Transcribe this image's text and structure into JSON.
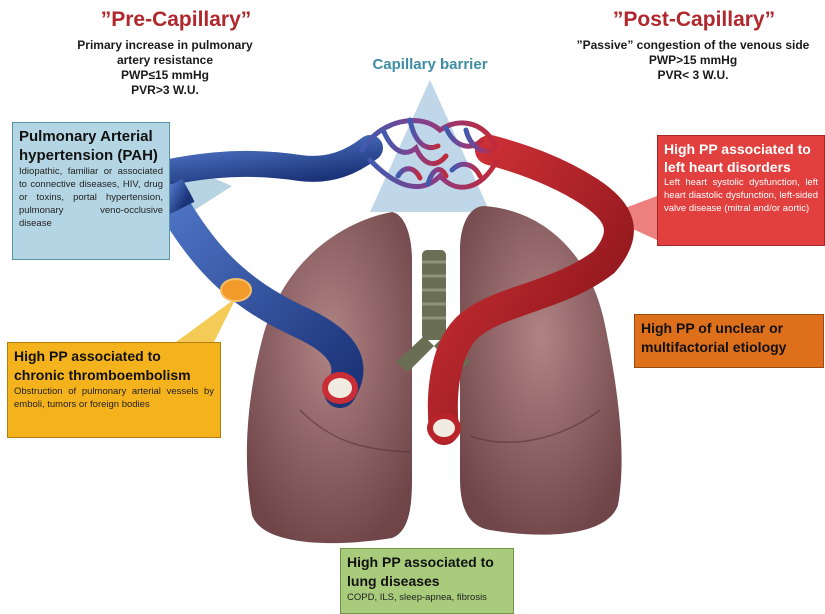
{
  "pre_capillary": {
    "title": "”Pre-Capillary”",
    "line1": "Primary increase in pulmonary",
    "line2": "artery resistance",
    "line3": "PWP≤15 mmHg",
    "line4": "PVR>3 W.U."
  },
  "post_capillary": {
    "title": "”Post-Capillary”",
    "line1": "”Passive” congestion of the venous side",
    "line2": "PWP>15 mmHg",
    "line3": "PVR< 3 W.U."
  },
  "capillary_barrier": "Capillary barrier",
  "boxes": {
    "pah": {
      "title": "Pulmonary Arterial hypertension (PAH)",
      "body": "Idiopathic, familiar or associated to connective diseases, HIV, drug or toxins, portal hypertension, pulmonary veno-occlusive disease"
    },
    "left_heart": {
      "title": "High PP associated to left heart disorders",
      "body": "Left heart systolic dysfunction, left heart diastolic dysfunction, left-sided valve disease (mitral and/or aortic)"
    },
    "cteph": {
      "title": "High PP associated to chronic thromboembolism",
      "body": "Obstruction of pulmonary arterial vessels by emboli, tumors or foreign bodies"
    },
    "unclear": {
      "title": "High PP of unclear or multifactorial etiology"
    },
    "lung": {
      "title": "High PP associated to lung diseases",
      "body": "COPD, ILS, sleep-apnea, fibrosis"
    }
  },
  "colors": {
    "pre_title": "#b0282d",
    "barrier": "#3e8ea3",
    "pah_box": "#b4d6e4",
    "left_heart_box": "#e2403f",
    "cteph_box": "#f4b21c",
    "unclear_box": "#de6f1b",
    "lung_box": "#a8cc7c",
    "artery": "#2c4fa0",
    "vein": "#b01e24"
  }
}
